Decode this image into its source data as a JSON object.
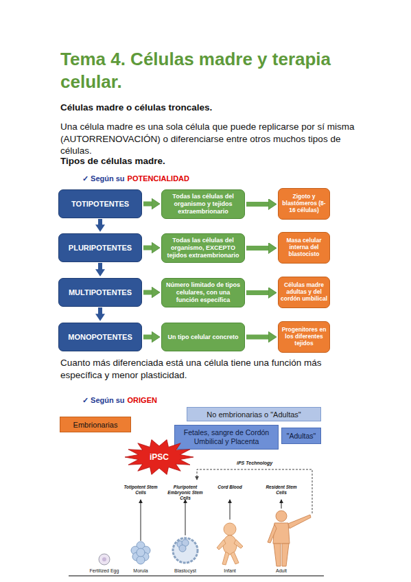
{
  "diagram": {
    "title": "Tema 4. Células madre y terapia celular.",
    "nodes": [
      {
        "text": [
          "TOTIPOTENTES"
        ]
      },
      {
        "text": [
          "Todas las células del organismo y tejidos extraembrionario"
        ]
      },
      {
        "text": [
          "Zigoto y blastómeros (8-16 células)"
        ]
      },
      {
        "text": [
          "PLURIPOTENTES"
        ]
      },
      {
        "text": [
          "Todas las células del organismo, EXCEPTO tejidos extraembrionario"
        ]
      },
      {
        "text": [
          "Masa celular interna del blastocisto"
        ]
      },
      {
        "text": [
          "MULTIPOTENTES"
        ]
      },
      {
        "text": [
          "Número limitado de tipos celulares, con una función específica"
        ]
      },
      {
        "text": [
          "Células madre adultas y del cordón umbilical"
        ]
      },
      {
        "text": [
          "MONOPOTENTES"
        ]
      },
      {
        "text": [
          "Un tipo celular concreto"
        ]
      },
      {
        "text": [
          "Progenitores en los diferentes tejidos"
        ]
      },
      {
        "text": [
          "Embrionarias"
        ]
      },
      {
        "text": [
          "No embrionarias o \"Adultas\""
        ]
      },
      {
        "text": [
          "Fetales, sangre de Cordón Umbilical y Placenta"
        ]
      },
      {
        "text": [
          "\"Adultas\""
        ]
      },
      {
        "text": [
          "iPSC"
        ]
      }
    ],
    "edges": [
      {
        "from": 0,
        "to": 1,
        "arrow": "to"
      },
      {
        "from": 1,
        "to": 2,
        "arrow": "to"
      },
      {
        "from": 0,
        "to": 3,
        "arrow": "to"
      },
      {
        "from": 3,
        "to": 4,
        "arrow": "to"
      },
      {
        "from": 4,
        "to": 5,
        "arrow": "to"
      },
      {
        "from": 3,
        "to": 6,
        "arrow": "to"
      },
      {
        "from": 6,
        "to": 7,
        "arrow": "to"
      },
      {
        "from": 7,
        "to": 8,
        "arrow": "to"
      },
      {
        "from": 6,
        "to": 9,
        "arrow": "to"
      },
      {
        "from": 9,
        "to": 10,
        "arrow": "to"
      },
      {
        "from": 10,
        "to": 11,
        "arrow": "to"
      }
    ],
    "labels": [
      "Células madre o células troncales.",
      "Una célula madre es una sola célula que puede replicarse por sí misma (AUTORRENOVACIÓN) o diferenciarse entre otros muchos tipos de células.",
      "Tipos de células madre.",
      "✓ Según su",
      "POTENCIALIDAD",
      "Cuanto más diferenciada está una célula tiene una función más específica y menor plasticidad.",
      "✓ Según su",
      "ORIGEN",
      "iPS Technology",
      "Totipotent Stem Cells",
      "Pluripotent Embryonic Stem Cells",
      "Cord Blood",
      "Resident Stem Cells",
      "Fertilized Egg",
      "Morula",
      "Blastocyst",
      "Infant",
      "Adult"
    ]
  }
}
